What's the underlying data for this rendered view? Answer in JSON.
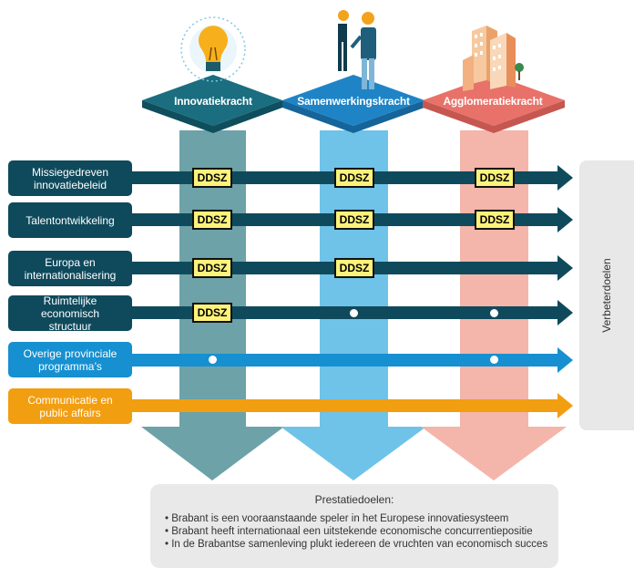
{
  "pillars": [
    {
      "label": "Innovatiekracht",
      "color": "#1a6e80"
    },
    {
      "label": "Samenwerkingskracht",
      "color": "#1f84c6"
    },
    {
      "label": "Agglomeratiekracht",
      "color": "#e8726a"
    }
  ],
  "rows": [
    {
      "label_lines": [
        "Missiegedreven",
        "innovatiebeleid"
      ],
      "markers": [
        "DDSZ",
        "DDSZ",
        "DDSZ"
      ]
    },
    {
      "label_lines": [
        "Talentontwikkeling"
      ],
      "markers": [
        "DDSZ",
        "DDSZ",
        "DDSZ"
      ]
    },
    {
      "label_lines": [
        "Europa en",
        "internationalisering"
      ],
      "markers": [
        "DDSZ",
        "DDSZ",
        ""
      ]
    },
    {
      "label_lines": [
        "Ruimtelijke economisch",
        "structuur"
      ],
      "markers": [
        "DDSZ",
        "dot",
        "dot"
      ]
    },
    {
      "label_lines": [
        "Overige provinciale",
        "programma’s"
      ],
      "markers": [
        "dot",
        "",
        "dot"
      ]
    },
    {
      "label_lines": [
        "Communicatie en",
        "public affairs"
      ],
      "markers": [
        "",
        "",
        ""
      ]
    }
  ],
  "side_label": "Verbeterdoelen",
  "prestatie": {
    "title": "Prestatiedoelen:",
    "items": [
      "Brabant is een vooraanstaande speler in het Europese innovatiesysteem",
      "Brabant heeft internationaal een uitstekende economische concurrentiepositie",
      "In de Brabantse samenleving plukt iedereen de vruchten van economisch succes"
    ]
  }
}
